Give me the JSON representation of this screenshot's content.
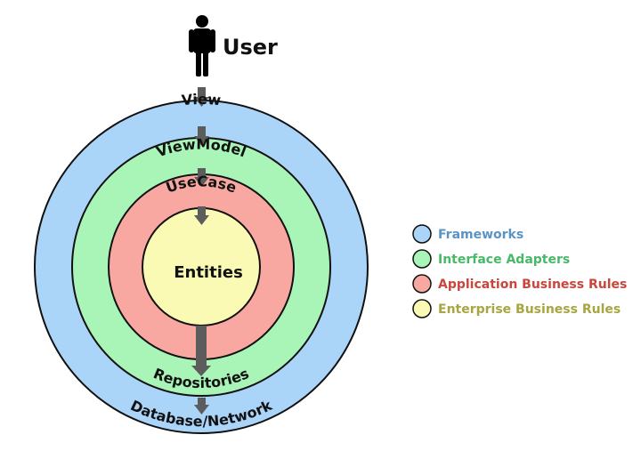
{
  "user": {
    "label": "User",
    "icon": "person-icon"
  },
  "layers": [
    {
      "id": "frameworks",
      "label": "View",
      "bottom_label": "Database/Network",
      "color": "#aad4f8"
    },
    {
      "id": "interface-adapters",
      "label": "ViewModel",
      "bottom_label": "Repositories",
      "color": "#a9f5b8"
    },
    {
      "id": "application",
      "label": "UseCase",
      "color": "#f8a8a0"
    },
    {
      "id": "enterprise",
      "label": "Entities",
      "color": "#fafab4"
    }
  ],
  "legend": [
    {
      "label": "Frameworks",
      "color": "#aad4f8",
      "text_color": "#5b93c4"
    },
    {
      "label": "Interface Adapters",
      "color": "#a9f5b8",
      "text_color": "#48b967"
    },
    {
      "label": "Application Business Rules",
      "color": "#f8a8a0",
      "text_color": "#c9463c"
    },
    {
      "label": "Enterprise Business Rules",
      "color": "#fafab4",
      "text_color": "#a8a640"
    }
  ],
  "arrow_color": "#5c5c5c"
}
